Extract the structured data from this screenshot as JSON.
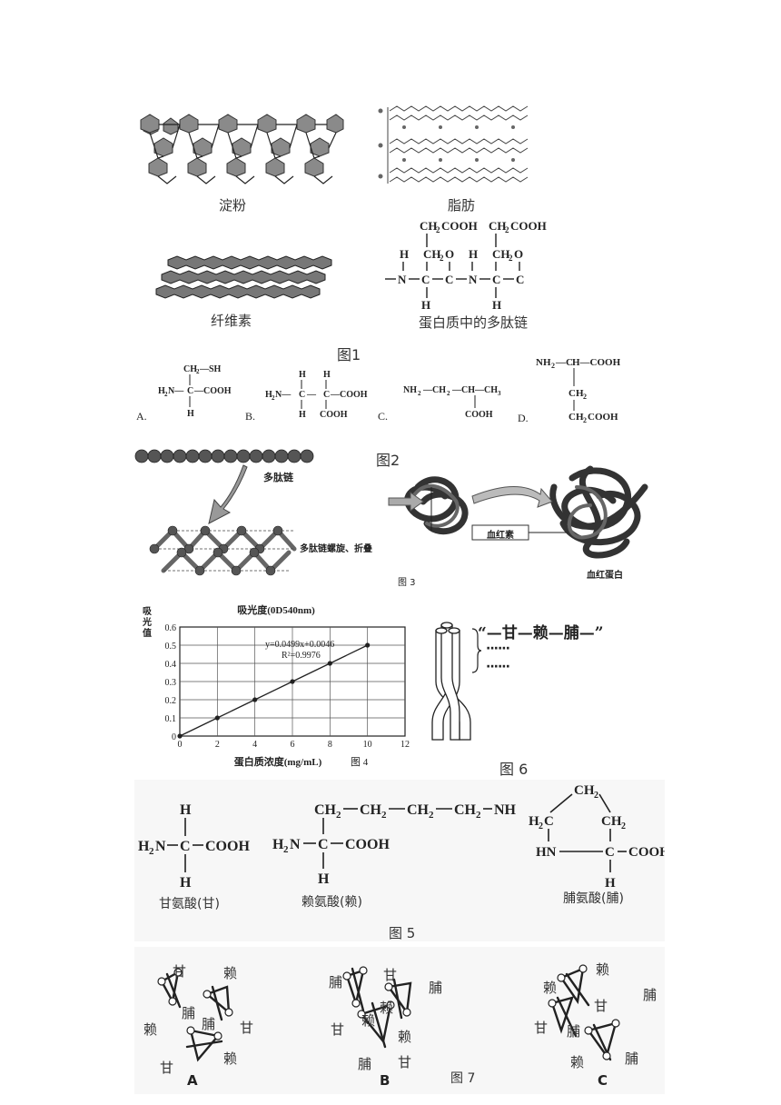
{
  "fig1": {
    "starch": "淀粉",
    "fat": "脂肪",
    "cellulose": "纤维素",
    "peptide_caption": "蛋白质中的多肽链",
    "peptide_top": "CH₂COOH  CH₂COOH",
    "peptide_row1": "H    CH₂O    H    CH₂O",
    "peptide_row2": "−N−C−C−N−C−C",
    "peptide_row3": "H           H",
    "title": "图1"
  },
  "fig2": {
    "title": "图2",
    "options": [
      {
        "letter": "A.",
        "top": "CH₂—SH",
        "mid": "H₂N—C—COOH",
        "bottom": "H"
      },
      {
        "letter": "B.",
        "top": "H     H",
        "mid": "H₂N—C—C—COOH",
        "bottom": "H  COOH"
      },
      {
        "letter": "C.",
        "mid": "NH₂—CH₂—CH—CH₃",
        "bottom": "COOH"
      },
      {
        "letter": "D.",
        "top": "NH₂—CH—COOH",
        "mid": "CH₂",
        "bottom": "CH₂COOH"
      }
    ]
  },
  "fig3": {
    "chain_label": "多肽链",
    "fold_label": "多肽链螺旋、折叠",
    "heme_label": "血红素",
    "hemoglobin_label": "血红蛋白",
    "title": "图 3"
  },
  "fig4": {
    "title": "图 4",
    "chart_data": {
      "type": "line",
      "title": "吸光度(0D540nm)",
      "ylabel": "吸光值",
      "xlabel": "蛋白质浓度(mg/mL)",
      "x": [
        0,
        2,
        4,
        6,
        8,
        10
      ],
      "series": [
        {
          "values": [
            0.0,
            0.1,
            0.2,
            0.3,
            0.4,
            0.5
          ]
        }
      ],
      "xlim": [
        0,
        12
      ],
      "ylim": [
        0,
        0.6
      ],
      "xticks": [
        "0",
        "2",
        "4",
        "6",
        "8",
        "10",
        "12"
      ],
      "yticks": [
        "0",
        "0.1",
        "0.2",
        "0.3",
        "0.4",
        "0.5",
        "0.6"
      ],
      "annotations": [
        "y=0.0499x+0.0046",
        "R²=0.9976"
      ],
      "grid": true
    }
  },
  "fig6": {
    "seq": "“—甘—赖—脯—”",
    "dots1": "······",
    "dots2": "······",
    "title": "图 6"
  },
  "fig5": {
    "title": "图 5",
    "gly_name": "甘氨酸(甘)",
    "lys_name": "赖氨酸(赖)",
    "pro_name": "脯氨酸(脯)"
  },
  "fig7": {
    "title": "图 7",
    "labels": {
      "gly": "甘",
      "lys": "赖",
      "pro": "脯"
    },
    "A": "A",
    "B": "B",
    "C": "C"
  }
}
